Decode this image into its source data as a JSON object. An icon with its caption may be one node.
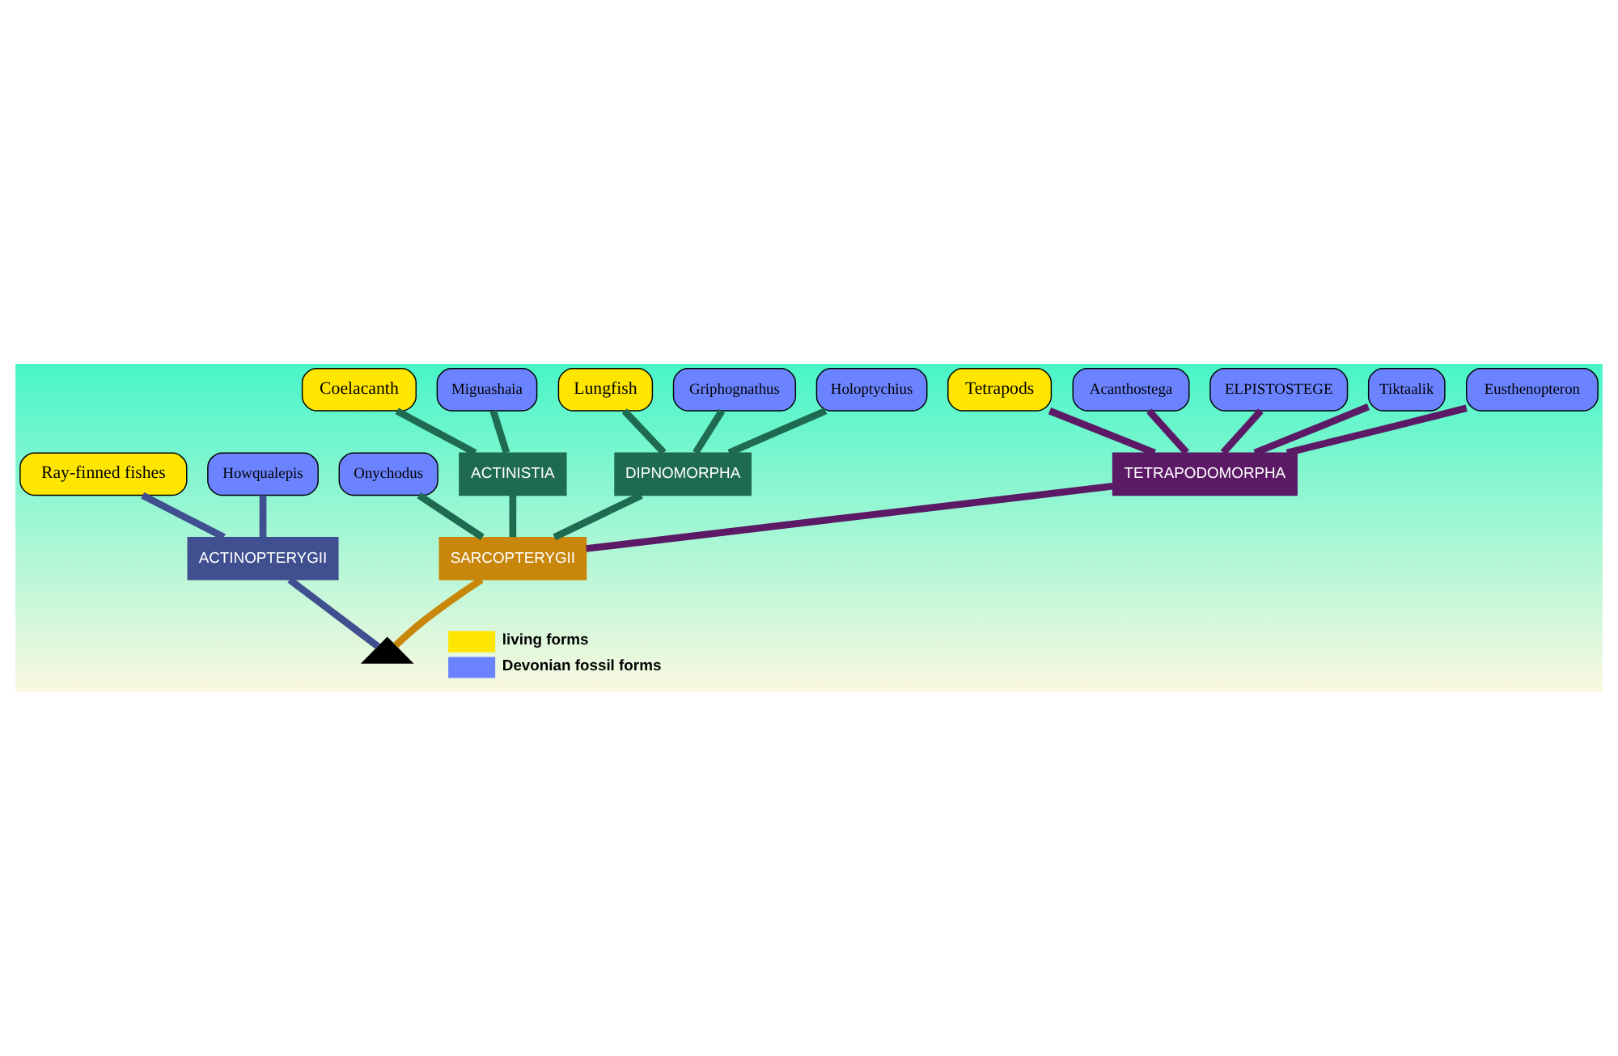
{
  "diagram": {
    "nodes": [
      {
        "text": [
          "Ray-finned fishes"
        ]
      },
      {
        "text": [
          "Coelacanth"
        ]
      },
      {
        "text": [
          "Lungfish"
        ]
      },
      {
        "text": [
          "Tetrapods"
        ]
      },
      {
        "text": [
          "ACTINOPTERYGII"
        ]
      },
      {
        "text": [
          "Howqualepis"
        ]
      },
      {
        "text": [
          "Onychodus"
        ]
      },
      {
        "text": [
          "ACTINISTIA"
        ]
      },
      {
        "text": [
          "Miguashaia"
        ]
      },
      {
        "text": [
          "Griphognathus"
        ]
      },
      {
        "text": [
          "Holoptychius"
        ]
      },
      {
        "text": [
          "DIPNOMORPHA"
        ]
      },
      {
        "text": [
          "Acanthostega"
        ]
      },
      {
        "text": [
          "ELPISTOSTEGE"
        ]
      },
      {
        "text": [
          "Tiktaalik"
        ]
      },
      {
        "text": [
          "Eusthenopteron"
        ]
      },
      {
        "text": [
          "TETRAPODOMORPHA"
        ]
      },
      {
        "text": [
          "SARCOPTERYGII"
        ]
      },
      {
        "text": [],
        "shape": "triangle"
      }
    ],
    "edges": [
      {
        "from": 18,
        "to": 4,
        "arrow": "none",
        "color": "#3f4f8f"
      },
      {
        "from": 18,
        "to": 17,
        "arrow": "none",
        "color": "#c8860a"
      },
      {
        "from": 4,
        "to": 0,
        "arrow": "none",
        "color": "#3f4f8f"
      },
      {
        "from": 4,
        "to": 5,
        "arrow": "none",
        "color": "#3f4f8f"
      },
      {
        "from": 17,
        "to": 6,
        "arrow": "none",
        "color": "#1e6b52"
      },
      {
        "from": 17,
        "to": 7,
        "arrow": "none",
        "color": "#1e6b52"
      },
      {
        "from": 17,
        "to": 11,
        "arrow": "none",
        "color": "#1e6b52"
      },
      {
        "from": 17,
        "to": 16,
        "arrow": "none",
        "color": "#5c1a66"
      },
      {
        "from": 7,
        "to": 8,
        "arrow": "none",
        "color": "#1e6b52"
      },
      {
        "from": 7,
        "to": 1,
        "arrow": "none",
        "color": "#1e6b52"
      },
      {
        "from": 11,
        "to": 10,
        "arrow": "none",
        "color": "#1e6b52"
      },
      {
        "from": 11,
        "to": 9,
        "arrow": "none",
        "color": "#1e6b52"
      },
      {
        "from": 11,
        "to": 2,
        "arrow": "none",
        "color": "#1e6b52"
      },
      {
        "from": 16,
        "to": 15,
        "arrow": "none",
        "color": "#5c1a66"
      },
      {
        "from": 16,
        "to": 14,
        "arrow": "none",
        "color": "#5c1a66"
      },
      {
        "from": 16,
        "to": 13,
        "arrow": "none",
        "color": "#5c1a66"
      },
      {
        "from": 16,
        "to": 12,
        "arrow": "none",
        "color": "#5c1a66"
      },
      {
        "from": 16,
        "to": 3,
        "arrow": "none",
        "color": "#5c1a66"
      }
    ],
    "legend": [
      {
        "text": "living forms",
        "color": "#ffe600"
      },
      {
        "text": "Devonian fossil forms",
        "color": "#6b83ff"
      }
    ]
  }
}
